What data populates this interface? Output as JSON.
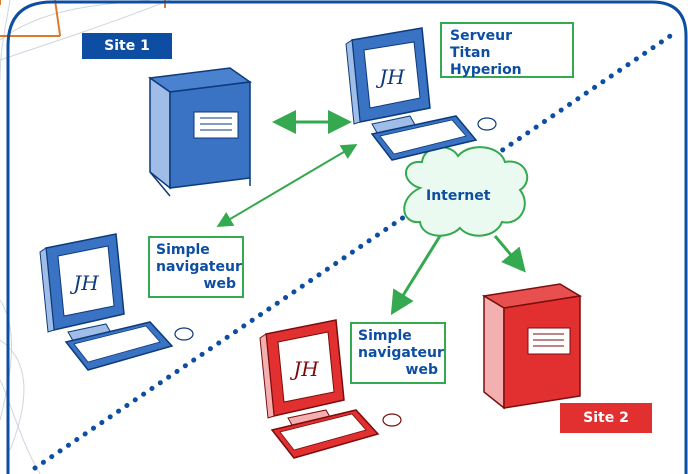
{
  "site1": {
    "label": "Site 1",
    "color": "#0d4ea3"
  },
  "site2": {
    "label": "Site 2",
    "color": "#e23030"
  },
  "server": {
    "line1": "Serveur",
    "line2": "Titan Hyperion"
  },
  "internet": {
    "label": "Internet"
  },
  "browser_left": {
    "line1": "Simple",
    "line2": "navigateur",
    "line3": "web"
  },
  "browser_right": {
    "line1": "Simple",
    "line2": "navigateur",
    "line3": "web"
  },
  "monitor_logo": "JH",
  "colors": {
    "frame": "#0d4ea3",
    "arrow": "#35a94f",
    "cloud_fill": "#eafaf0",
    "divider": "#0d4ea3"
  }
}
